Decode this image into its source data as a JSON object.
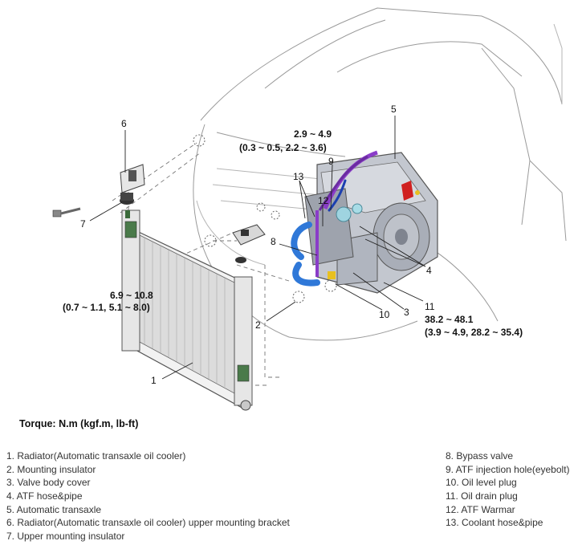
{
  "torque_header": "Torque: N.m (kgf.m, lb-ft)",
  "callouts": [
    "1",
    "2",
    "3",
    "4",
    "5",
    "6",
    "7",
    "8",
    "9",
    "10",
    "11",
    "12",
    "13"
  ],
  "torque_labels": {
    "top": [
      "2.9 ~ 4.9",
      "(0.3 ~ 0.5, 2.2 ~ 3.6)"
    ],
    "left": [
      "6.9 ~ 10.8",
      "(0.7 ~ 1.1, 5.1 ~ 8.0)"
    ],
    "bottom": [
      "38.2 ~ 48.1",
      "(3.9 ~ 4.9, 28.2 ~ 35.4)"
    ]
  },
  "legend_left": [
    "1. Radiator(Automatic transaxle oil cooler)",
    "2. Mounting insulator",
    "3. Valve body cover",
    "4. ATF hose&pipe",
    "5. Automatic transaxle",
    "6. Radiator(Automatic transaxle oil cooler) upper mounting bracket",
    "7. Upper mounting insulator"
  ],
  "legend_right": [
    "8. Bypass valve",
    "9. ATF injection hole(eyebolt)",
    "10. Oil level plug",
    "11. Oil drain plug",
    "12. ATF Warmar",
    "13. Coolant hose&pipe"
  ],
  "colors": {
    "coolant_hose": "#2f78d8",
    "atf_hose": "#8a3cc8",
    "transaxle": "#b9bec6",
    "accent_red": "#d02020",
    "accent_yellow": "#e8c020"
  }
}
